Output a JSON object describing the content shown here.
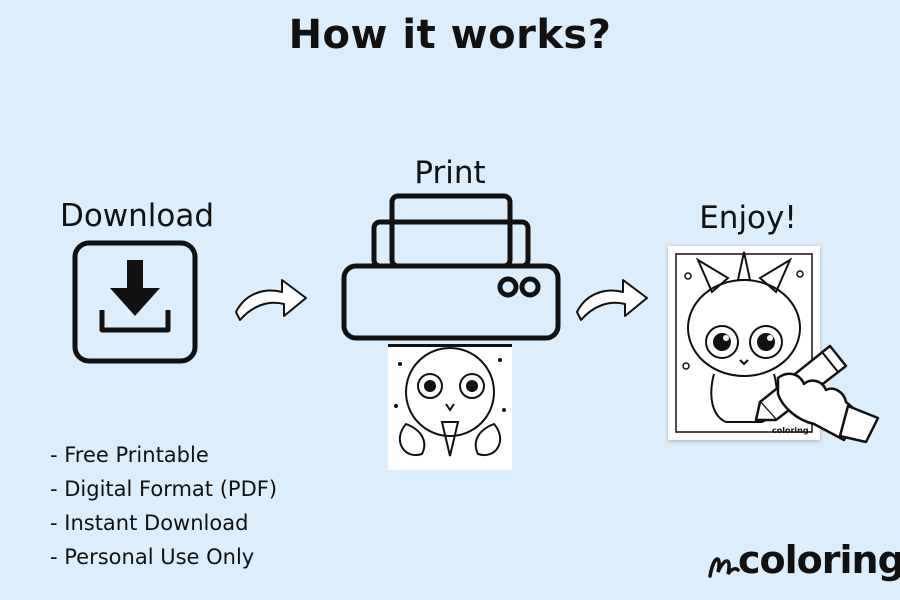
{
  "title": "How it works?",
  "steps": {
    "download": "Download",
    "print": "Print",
    "enjoy": "Enjoy!"
  },
  "features": [
    "- Free Printable",
    "- Digital Format (PDF)",
    "- Instant Download",
    "- Personal Use Only"
  ],
  "brand": {
    "logo_text": "coloring",
    "page_mark": "coloring"
  },
  "colors": {
    "background": "#dcedfb",
    "ink": "#111111"
  }
}
